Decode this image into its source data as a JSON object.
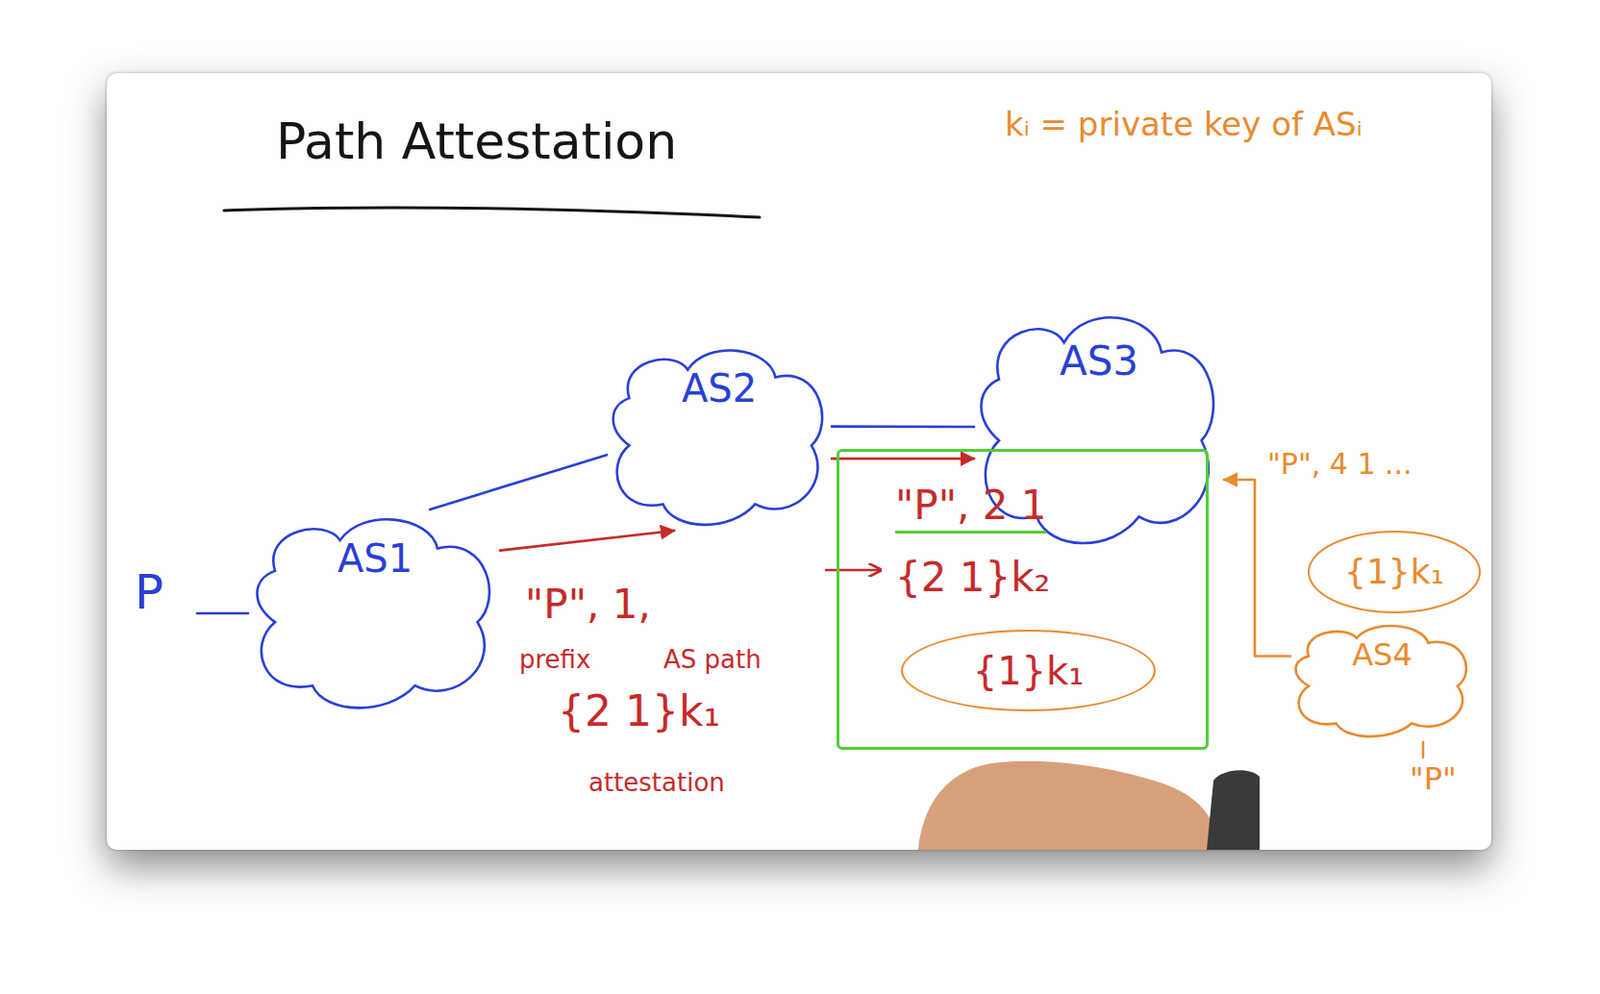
{
  "diagram": {
    "title": "Path Attestation",
    "nodes": [
      {
        "text": [
          "AS1"
        ]
      },
      {
        "text": [
          "AS2"
        ]
      },
      {
        "text": [
          "AS3"
        ]
      },
      {
        "text": [
          "\"P\", 2 1",
          "{2 1}k₂"
        ]
      },
      {
        "text": [
          "{1}k₁"
        ],
        "in": 3
      },
      {
        "text": [
          "{1}k₁"
        ]
      },
      {
        "text": [
          "AS4"
        ]
      }
    ],
    "edges": [
      {
        "from": 0,
        "to": 1,
        "arrow": "none"
      },
      {
        "from": 0,
        "to": 1,
        "arrow": "to"
      },
      {
        "from": 1,
        "to": 2,
        "arrow": "none"
      },
      {
        "from": 1,
        "to": 2,
        "arrow": "to"
      },
      {
        "from": 6,
        "to": 2,
        "arrow": "to"
      }
    ],
    "labels": [
      "kᵢ = private key of ASᵢ",
      "P",
      "\"P\", 1,",
      "prefix",
      "AS path",
      "{2 1}k₁",
      "attestation",
      "\"P\", 4 1 ...",
      "\"P\""
    ]
  }
}
